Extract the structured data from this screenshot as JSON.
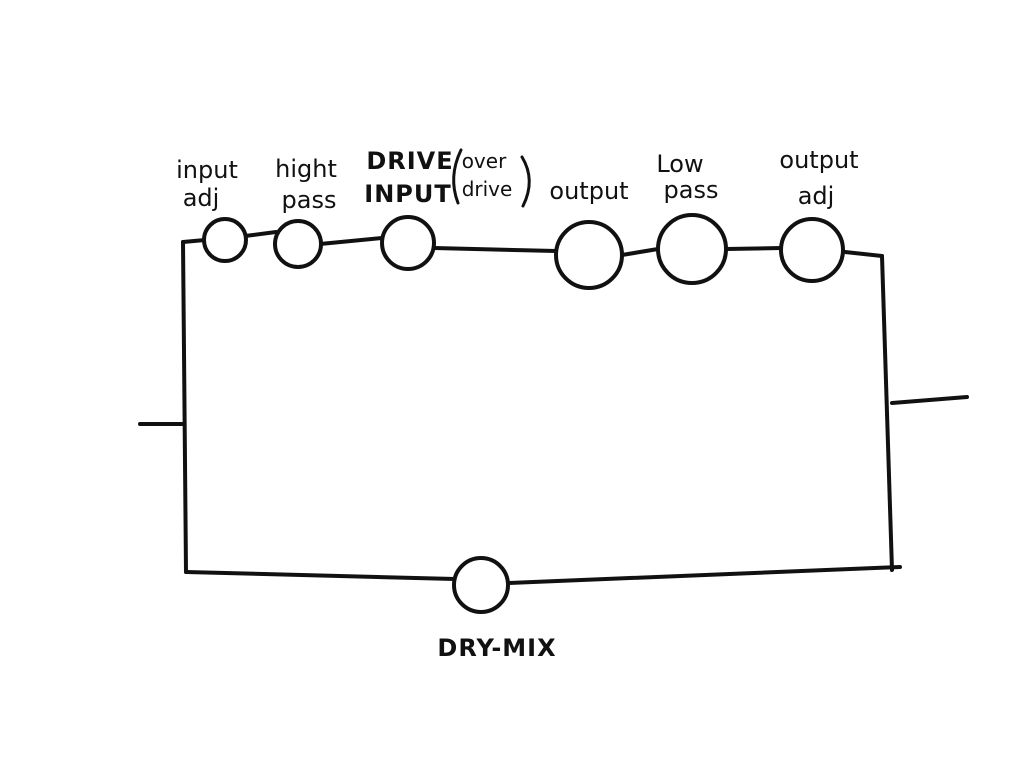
{
  "knobs": {
    "input_adj": {
      "line1": "input",
      "line2": "adj"
    },
    "high_pass": {
      "line1": "hight",
      "line2": "pass"
    },
    "drive_input": {
      "line1": "DRIVE",
      "line2": "INPUT",
      "note1": "over",
      "note2": "drive"
    },
    "output": {
      "line1": "output"
    },
    "low_pass": {
      "line1": "Low",
      "line2": "pass"
    },
    "output_adj": {
      "line1": "output",
      "line2": "adj"
    },
    "dry_mix": {
      "line1": "DRY-MIX"
    }
  },
  "colors": {
    "ink": "#111111",
    "paper": "#ffffff"
  }
}
